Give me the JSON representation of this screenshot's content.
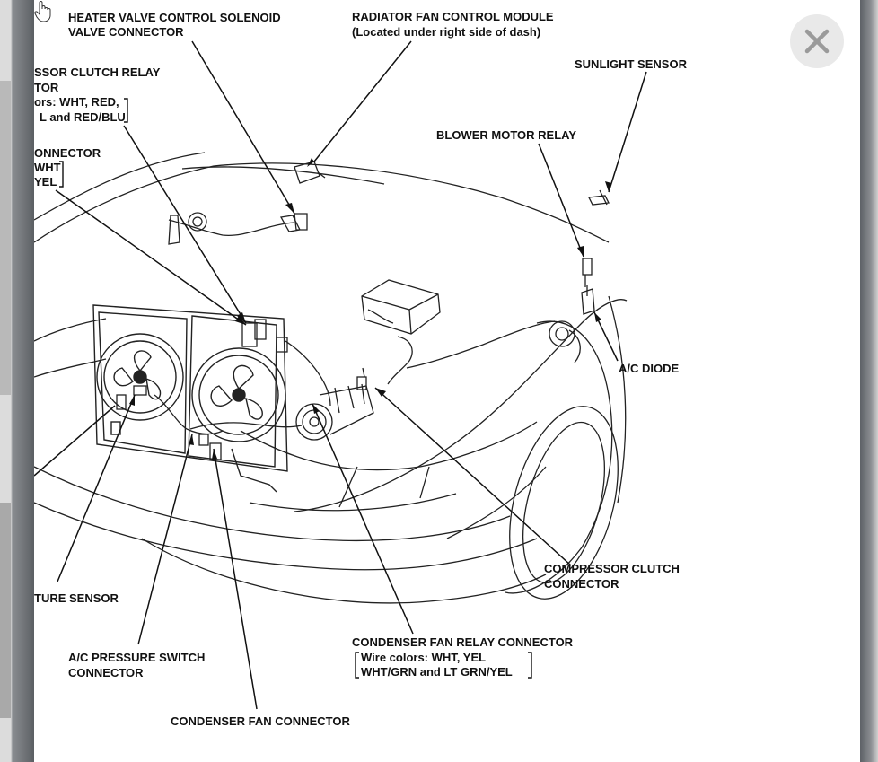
{
  "close_button": {
    "icon": "close-icon",
    "label": "×"
  },
  "diagram": {
    "labels": {
      "heater_valve_1": "HEATER VALVE CONTROL SOLENOID",
      "heater_valve_2": "VALVE CONNECTOR",
      "radiator_fan_1": "RADIATOR FAN CONTROL MODULE",
      "radiator_fan_2": "(Located under right side of dash)",
      "sunlight_sensor": "SUNLIGHT SENSOR",
      "blower_motor_relay": "BLOWER MOTOR RELAY",
      "compressor_relay_1": "SSOR CLUTCH RELAY",
      "compressor_relay_2": "TOR",
      "compressor_relay_3": "ors: WHT, RED,",
      "compressor_relay_4": "L and RED/BLU",
      "connector_1": "ONNECTOR",
      "connector_2": "WHT",
      "connector_3": "YEL",
      "ac_diode": "A/C DIODE",
      "compressor_clutch_1": "COMPRESSOR CLUTCH",
      "compressor_clutch_2": "CONNECTOR",
      "temp_sensor": "TURE SENSOR",
      "condenser_relay_1": "CONDENSER FAN RELAY CONNECTOR",
      "condenser_relay_2": "Wire colors: WHT, YEL",
      "condenser_relay_3": "WHT/GRN and LT GRN/YEL",
      "pressure_switch_1": "A/C PRESSURE SWITCH",
      "pressure_switch_2": "CONNECTOR",
      "condenser_fan": "CONDENSER FAN CONNECTOR"
    }
  }
}
